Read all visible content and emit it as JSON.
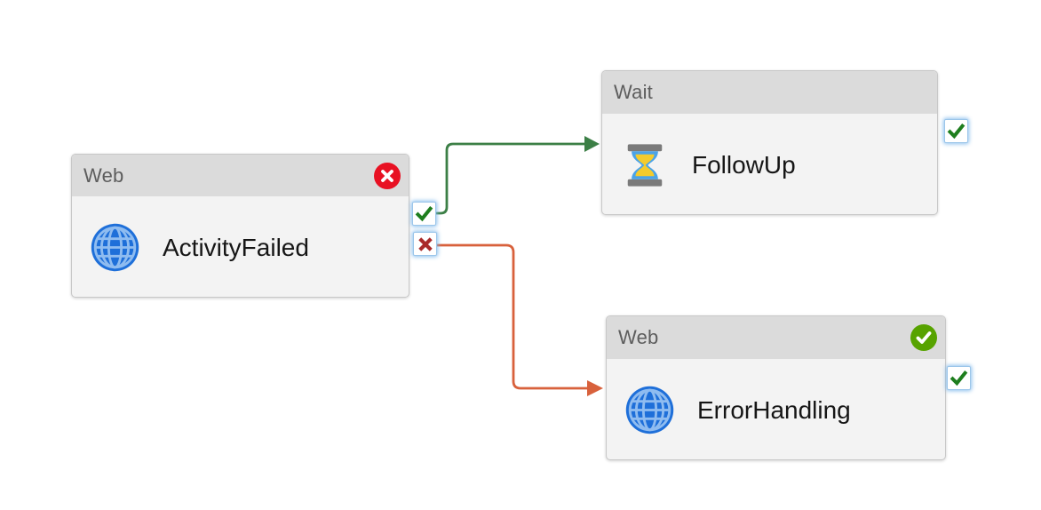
{
  "nodes": [
    {
      "id": "node-activityfailed",
      "type_label": "Web",
      "name": "ActivityFailed",
      "icon": "globe-icon",
      "status_badge": "error",
      "out_ports": [
        "success",
        "failure"
      ]
    },
    {
      "id": "node-followup",
      "type_label": "Wait",
      "name": "FollowUp",
      "icon": "hourglass-icon",
      "status_badge": null,
      "out_ports": [
        "success"
      ]
    },
    {
      "id": "node-errorhandling",
      "type_label": "Web",
      "name": "ErrorHandling",
      "icon": "globe-icon",
      "status_badge": "success",
      "out_ports": [
        "success"
      ]
    }
  ],
  "edges": [
    {
      "from": "ActivityFailed",
      "from_port": "success",
      "to": "FollowUp",
      "type": "on-success",
      "color": "#3c7f46"
    },
    {
      "from": "ActivityFailed",
      "from_port": "failure",
      "to": "ErrorHandling",
      "type": "on-failure",
      "color": "#d8613c"
    }
  ],
  "colors": {
    "canvas_bg": "#ffffff",
    "node_header_bg": "#dbdbdb",
    "node_body_bg": "#f3f3f3",
    "node_border": "#c8c8c8",
    "header_text": "#5d5d5d",
    "name_text": "#161616",
    "success_edge": "#3c7f46",
    "failure_edge": "#d8613c",
    "error_badge_bg": "#e81123",
    "success_badge_bg": "#57a300",
    "badge_glyph": "#ffffff",
    "port_check": "#1e7e1e",
    "port_cross": "#a92a2a",
    "port_border": "#9cc6ea",
    "globe_fill": "#1e6fd9",
    "globe_lines": "#8fbcf0",
    "hourglass_caps": "#7a7a7a",
    "hourglass_glass": "#4aa3e8",
    "hourglass_sand": "#f3cb2d"
  }
}
